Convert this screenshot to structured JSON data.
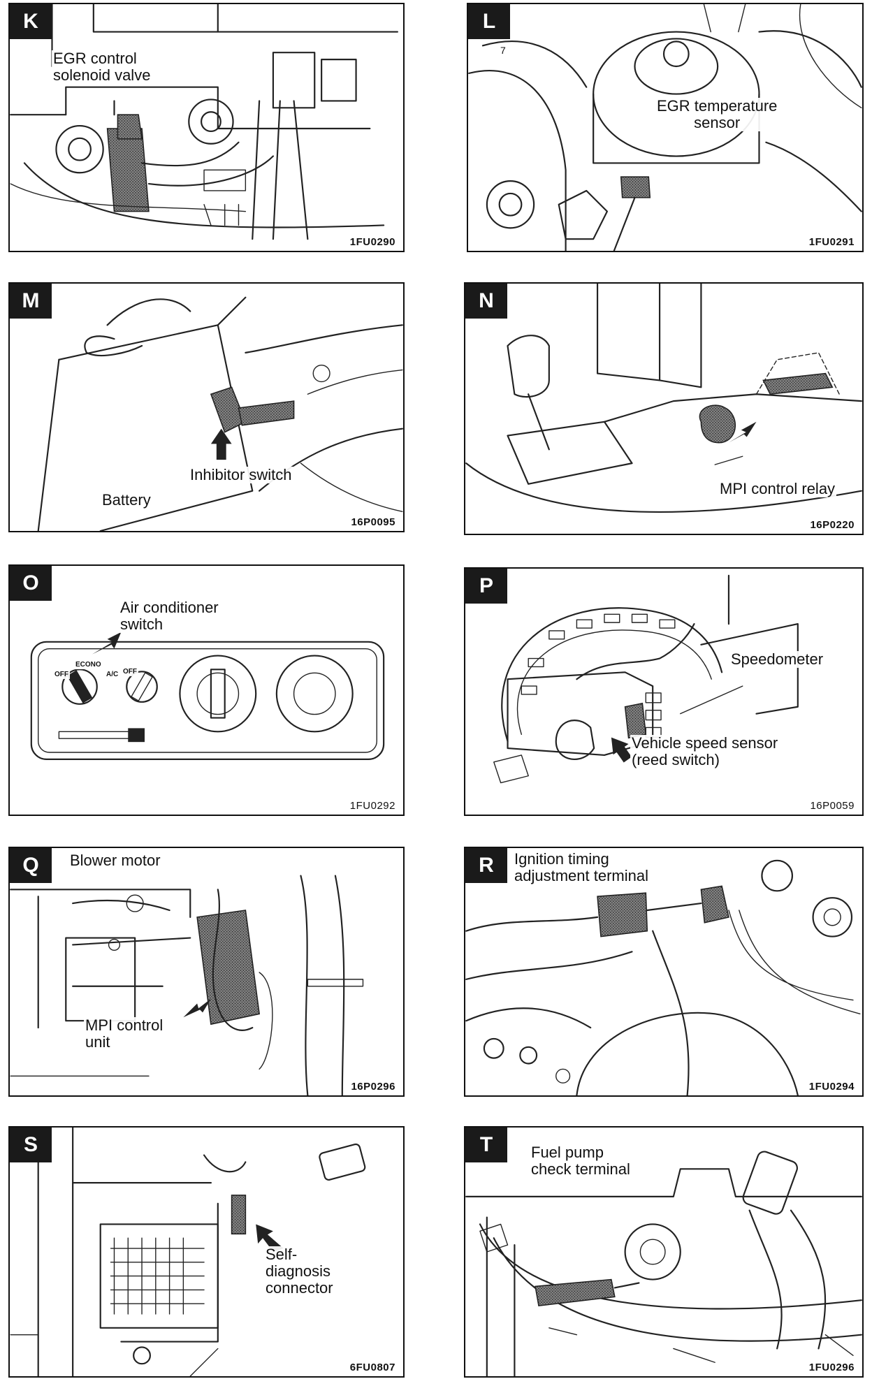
{
  "panels": {
    "K": {
      "letter": "K",
      "label_1": "EGR control\nsolenoid valve",
      "code": "1FU0290"
    },
    "L": {
      "letter": "L",
      "label_1": "EGR temperature\nsensor",
      "code": "1FU0291",
      "small_mark": "7"
    },
    "M": {
      "letter": "M",
      "label_1": "Inhibitor switch",
      "label_2": "Battery",
      "code": "16P0095"
    },
    "N": {
      "letter": "N",
      "label_1": "MPI control relay",
      "code": "16P0220"
    },
    "O": {
      "letter": "O",
      "label_1": "Air conditioner\nswitch",
      "knob_econo": "ECONO",
      "knob_off": "OFF",
      "knob_ac": "A/C",
      "knob_off_2": "OFF",
      "code": "1FU0292"
    },
    "P": {
      "letter": "P",
      "label_1": "Speedometer",
      "label_2": "Vehicle speed sensor\n(reed switch)",
      "code": "16P0059"
    },
    "Q": {
      "letter": "Q",
      "label_1": "Blower motor",
      "label_2": "MPI control\nunit",
      "code": "16P0296"
    },
    "R": {
      "letter": "R",
      "label_1": "Ignition timing\nadjustment terminal",
      "code": "1FU0294"
    },
    "S": {
      "letter": "S",
      "label_1": "Self-\ndiagnosis\nconnector",
      "code": "6FU0807"
    },
    "T": {
      "letter": "T",
      "label_1": "Fuel pump\ncheck terminal",
      "code": "1FU0296"
    }
  }
}
